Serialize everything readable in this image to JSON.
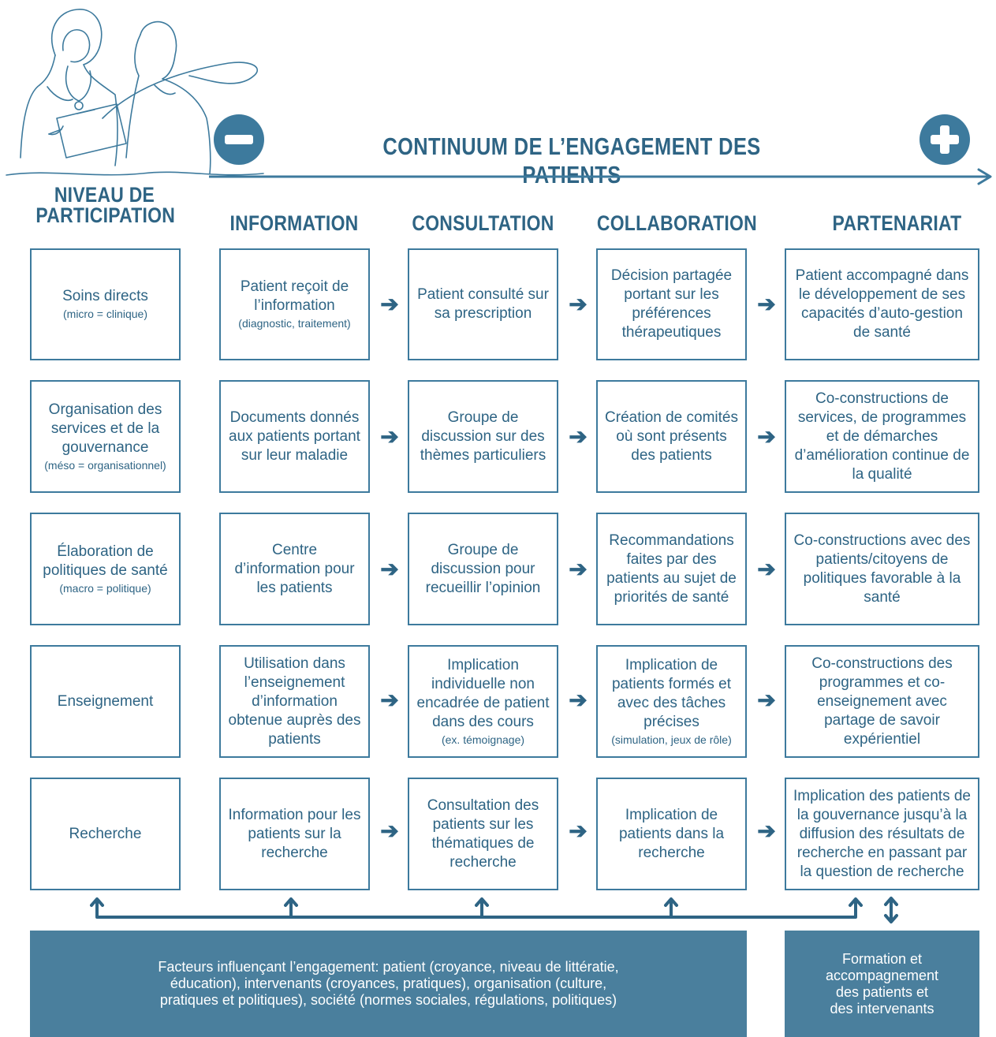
{
  "title": "CONTINUUM DE L’ENGAGEMENT DES PATIENTS",
  "columns": [
    {
      "label_line1": "NIVEAU DE",
      "label_line2": "PARTICIPATION"
    },
    {
      "label": "INFORMATION"
    },
    {
      "label": "CONSULTATION"
    },
    {
      "label": "COLLABORATION"
    },
    {
      "label": "PARTENARIAT"
    }
  ],
  "rows": [
    {
      "level": {
        "text": "Soins directs",
        "sub": "(micro = clinique)"
      },
      "information": {
        "text": "Patient reçoit de l’information",
        "sub": "(diagnostic, traitement)"
      },
      "consultation": {
        "text": "Patient consulté sur sa prescription",
        "sub": ""
      },
      "collaboration": {
        "text": "Décision partagée portant sur les préférences thérapeutiques",
        "sub": ""
      },
      "partenariat": {
        "text": "Patient accompagné dans le développement de ses capacités d’auto-gestion de santé",
        "sub": ""
      }
    },
    {
      "level": {
        "text": "Organisation des services et de la gouvernance",
        "sub": "(méso = organisationnel)"
      },
      "information": {
        "text": "Documents donnés aux patients portant sur leur maladie",
        "sub": ""
      },
      "consultation": {
        "text": "Groupe de discussion sur des thèmes particuliers",
        "sub": ""
      },
      "collaboration": {
        "text": "Création de comités où sont présents des patients",
        "sub": ""
      },
      "partenariat": {
        "text": "Co-constructions de services, de programmes et de démarches d’amélioration continue de la qualité",
        "sub": ""
      }
    },
    {
      "level": {
        "text": "Élaboration de politiques de santé",
        "sub": "(macro = politique)"
      },
      "information": {
        "text": "Centre d’information pour les patients",
        "sub": ""
      },
      "consultation": {
        "text": "Groupe de discussion pour recueillir l’opinion",
        "sub": ""
      },
      "collaboration": {
        "text": "Recommandations faites par des patients au sujet de priorités de santé",
        "sub": ""
      },
      "partenariat": {
        "text": "Co-constructions avec des patients/citoyens de politiques favorable à la santé",
        "sub": ""
      }
    },
    {
      "level": {
        "text": "Enseignement",
        "sub": ""
      },
      "information": {
        "text": "Utilisation dans l’enseignement d’information obtenue auprès des patients",
        "sub": ""
      },
      "consultation": {
        "text": "Implication individuelle non encadrée de patient dans des cours",
        "sub": "(ex. témoignage)"
      },
      "collaboration": {
        "text": "Implication de patients formés et avec des tâches précises",
        "sub": "(simulation, jeux de rôle)"
      },
      "partenariat": {
        "text": "Co-constructions des programmes et co-enseignement avec partage de savoir expérientiel",
        "sub": ""
      }
    },
    {
      "level": {
        "text": "Recherche",
        "sub": ""
      },
      "information": {
        "text": "Information pour les patients sur la recherche",
        "sub": ""
      },
      "consultation": {
        "text": "Consultation des patients sur les thématiques de recherche",
        "sub": ""
      },
      "collaboration": {
        "text": "Implication de patients dans la recherche",
        "sub": ""
      },
      "partenariat": {
        "text": "Implication des patients de la gouvernance jusqu’à la diffusion des résultats de recherche en passant par la question de recherche",
        "sub": ""
      }
    }
  ],
  "footer": {
    "factors": "Facteurs influençant l’engagement: patient (croyance, niveau de littératie, éducation), intervenants (croyances, pratiques), organisation (culture, pratiques et politiques), société (normes sociales, régulations, politiques)",
    "training": "Formation et accompagnement des patients et des intervenants"
  },
  "colors": {
    "primary": "#2e6484",
    "box_border": "#3d7a9d",
    "footer_bg": "#4a7f9d"
  },
  "icons": {
    "minus": "minus-circle-icon",
    "plus": "plus-circle-icon",
    "arrow": "right-arrow-icon"
  }
}
